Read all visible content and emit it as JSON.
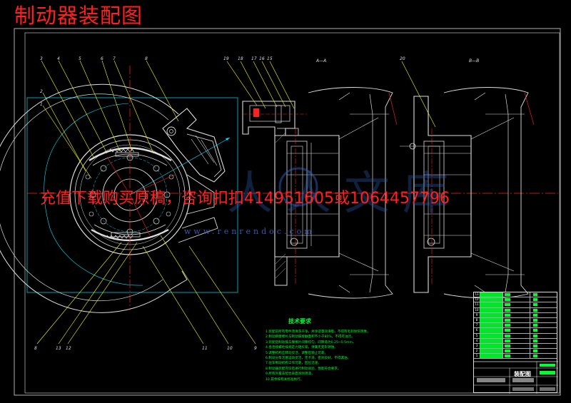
{
  "title": "制动器装配图",
  "overlay_banner": "充值下载购买原稿，咨询扣扣414951605或1064457796",
  "watermark_text": "www.renrendoc.com",
  "watermark_glyphs": "人人文库",
  "section_labels": {
    "aa": "A—A",
    "bb": "B—B"
  },
  "part_numbers": {
    "left_top": [
      "3",
      "4",
      "5",
      "6",
      "7",
      "8"
    ],
    "left_side": [
      "2",
      "1"
    ],
    "left_bottom": [
      "8",
      "13",
      "12",
      "11",
      "10",
      "9"
    ],
    "middle_top": [
      "19",
      "18",
      "17",
      "16",
      "15"
    ],
    "right_top": [
      "20"
    ]
  },
  "technical_requirements": {
    "title": "技术要求",
    "notes": [
      "1.装配前所有零件须清洗干净，并涂适量润滑脂，不得有毛刺划伤现象。",
      "2.制动蹄摩擦片与制动鼓接触面积不小于80%，不得有油污。",
      "3.装配后制动鼓与摩擦片间隙均匀，间隙值为0.25~0.5mm。",
      "4.各连接螺栓按规定力矩拧紧，弹簧无变形锈蚀。",
      "5.调整机构应转动灵活，调整后锁止可靠。",
      "6.制动分泵活塞运动灵活，无卡滞，密封良好，不得漏油。",
      "7.驻车制动机构工作可靠，回位迅速。",
      "8.制动器装配完毕后进行制动试验，性能符合要求。",
      "9.所有外露非配合表面涂防锈漆。",
      "10.其余按有关标准执行。"
    ]
  },
  "title_block": {
    "name": "装配图",
    "rows": [
      "13",
      "12",
      "11",
      "10",
      "9",
      "8",
      "7",
      "6",
      "5",
      "4",
      "3",
      "2",
      "1"
    ]
  },
  "colors": {
    "background": "#000000",
    "outline": "#ffffff",
    "construction": "#00e5ff",
    "leader": "#ffff00",
    "centerline": "#ff2020",
    "notes": "#00ff30",
    "watermark": "#2f5fb8"
  }
}
